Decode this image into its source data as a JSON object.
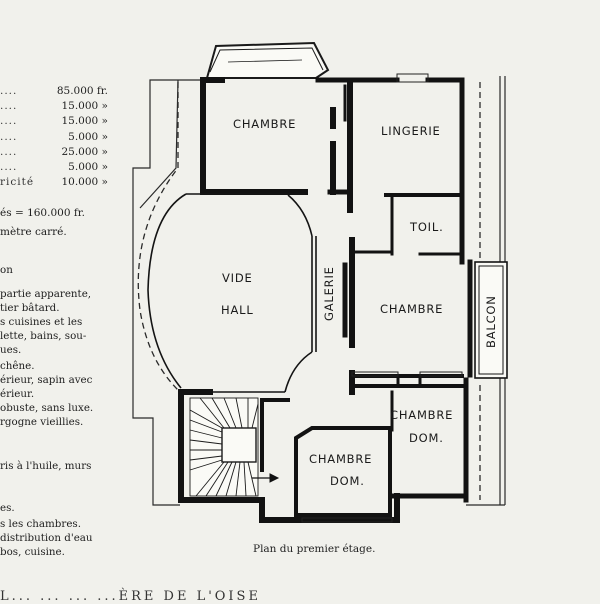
{
  "costs": [
    {
      "label": "....",
      "amount": "85.000 fr."
    },
    {
      "label": "....",
      "amount": "15.000  »"
    },
    {
      "label": "....",
      "amount": "15.000  »"
    },
    {
      "label": "....",
      "amount": "5.000  »"
    },
    {
      "label": "....",
      "amount": "25.000  »"
    },
    {
      "label": "....",
      "amount": "5.000  »"
    },
    {
      "label": "ricité",
      "amount": "10.000  »"
    }
  ],
  "total": "és = 160.000 fr.",
  "per_unit": "mètre carré.",
  "specs": [
    "on",
    "partie apparente,",
    "tier bâtard.",
    "s cuisines et les",
    "lette, bains, sou-",
    "ues.",
    "chêne.",
    "érieur, sapin avec",
    "érieur.",
    "obuste, sans luxe.",
    "rgogne vieillies.",
    "ris à l'huile, murs",
    "es.",
    "s les chambres.",
    "distribution d'eau",
    "bos, cuisine."
  ],
  "plan": {
    "rooms": {
      "chambre_top": "CHAMBRE",
      "lingerie": "LINGERIE",
      "toilette": "TOIL.",
      "vide": "VIDE",
      "hall": "HALL",
      "galerie": "GALERIE",
      "chambre_mid": "CHAMBRE",
      "balcon": "BALCON",
      "chambre_dom_right_1": "CHAMBRE",
      "chambre_dom_right_2": "DOM.",
      "chambre_dom_center_1": "CHAMBRE",
      "chambre_dom_center_2": "DOM."
    },
    "caption": "Plan du premier étage."
  },
  "bottom_heading": "L... ...  ... ...ÈRE DE L'OISE"
}
